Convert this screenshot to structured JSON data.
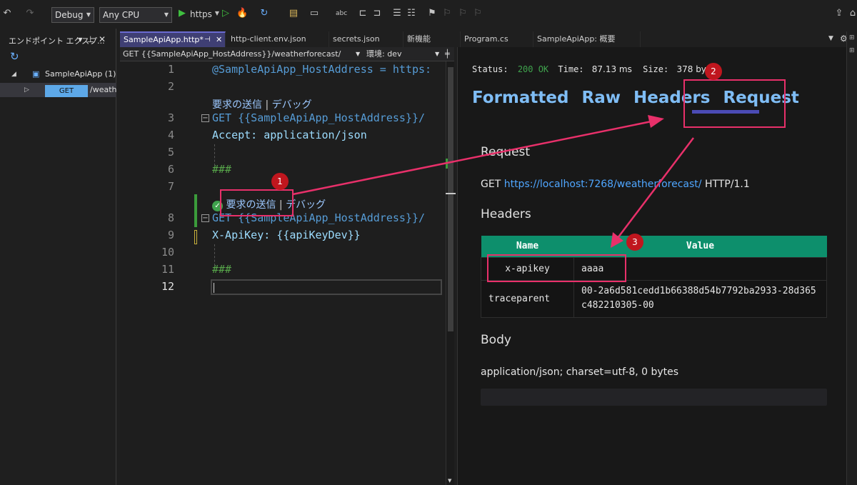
{
  "toolbar": {
    "config": "Debug",
    "platform": "Any CPU",
    "run_target": "https"
  },
  "endpoint_explorer": {
    "title": "エンドポイント エクスプ...",
    "project": "SampleApiApp (1)",
    "method": "GET",
    "route": "/weath"
  },
  "tabs": [
    {
      "label": "SampleApiApp.http*"
    },
    {
      "label": "http-client.env.json"
    },
    {
      "label": "secrets.json"
    },
    {
      "label": "新機能"
    },
    {
      "label": "Program.cs"
    },
    {
      "label": "SampleApiApp: 概要"
    }
  ],
  "editor": {
    "request_selector": "GET {{SampleApiApp_HostAddress}}/weatherforecast/",
    "env_selector": "環境: dev",
    "lines": [
      {
        "n": "1",
        "text": "@SampleApiApp_HostAddress = https:"
      },
      {
        "n": "2",
        "text": ""
      },
      {
        "n": "3",
        "text": "GET {{SampleApiApp_HostAddress}}/"
      },
      {
        "n": "4",
        "text": "Accept: application/json"
      },
      {
        "n": "5",
        "text": ""
      },
      {
        "n": "6",
        "text": "###"
      },
      {
        "n": "7",
        "text": ""
      },
      {
        "n": "8",
        "text": "GET {{SampleApiApp_HostAddress}}/"
      },
      {
        "n": "9",
        "text": "X-ApiKey: {{apiKeyDev}}"
      },
      {
        "n": "10",
        "text": ""
      },
      {
        "n": "11",
        "text": "###"
      },
      {
        "n": "12",
        "text": ""
      }
    ],
    "codelens_send": "要求の送信",
    "codelens_sep": "|",
    "codelens_debug": "デバッグ"
  },
  "response": {
    "status_label": "Status:",
    "status_value": "200 OK",
    "time_label": "Time:",
    "time_value": "87.13 ms",
    "size_label": "Size:",
    "size_value": "378 bytes",
    "tabs": [
      "Formatted",
      "Raw",
      "Headers",
      "Request"
    ],
    "active_tab": "Request",
    "request_heading": "Request",
    "request_method": "GET",
    "request_url": "https://localhost:7268/weatherforecast/",
    "request_protocol": "HTTP/1.1",
    "headers_heading": "Headers",
    "headers_cols": [
      "Name",
      "Value"
    ],
    "headers_rows": [
      {
        "name": "x-apikey",
        "value": "aaaa"
      },
      {
        "name": "traceparent",
        "value": "00-2a6d581cedd1b66388d54b7792ba2933-28d365c482210305-00"
      }
    ],
    "body_heading": "Body",
    "body_info": "application/json; charset=utf-8, 0 bytes"
  },
  "annotations": [
    "1",
    "2",
    "3"
  ],
  "colors": {
    "accent": "#e8306a",
    "badge": "#c0161e",
    "table_header": "#0d8f6c",
    "active_tab": "#3f3f74",
    "link": "#4fa6ff",
    "status_ok": "#3fa34d"
  }
}
